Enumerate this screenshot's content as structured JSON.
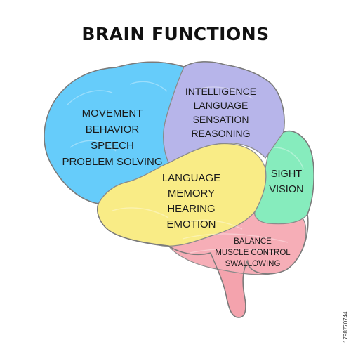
{
  "title": "BRAIN FUNCTIONS",
  "regions": {
    "frontal": {
      "color": "#66ccfa",
      "lines": [
        "MOVEMENT",
        "BEHAVIOR",
        "SPEECH",
        "PROBLEM SOLVING"
      ]
    },
    "parietal": {
      "color": "#b7b5ea",
      "lines": [
        "INTELLIGENCE",
        "LANGUAGE",
        "SENSATION",
        "REASONING"
      ]
    },
    "temporal": {
      "color": "#f9ec86",
      "lines": [
        "LANGUAGE",
        "MEMORY",
        "HEARING",
        "EMOTION"
      ]
    },
    "occipital": {
      "color": "#86ecbd",
      "lines": [
        "SIGHT",
        "VISION"
      ]
    },
    "cerebellum": {
      "color": "#f6aeb7",
      "lines": [
        "BALANCE",
        "MUSCLE CONTROL",
        "SWALLOWING"
      ]
    },
    "brainstem": {
      "color": "#f4a3ad"
    }
  },
  "stock_id": "1798770744"
}
